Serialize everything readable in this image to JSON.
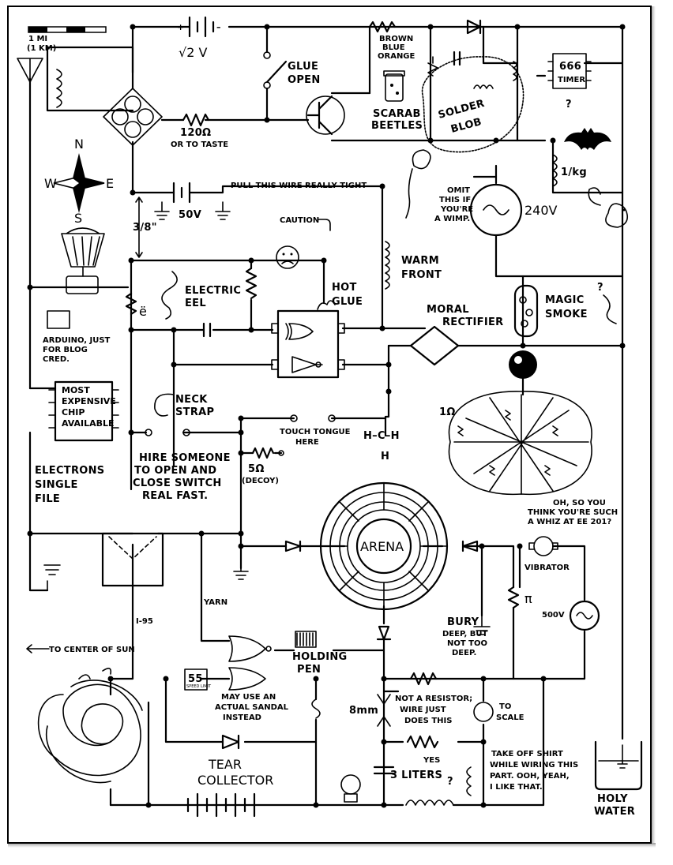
{
  "scale": {
    "mi": "1 MI",
    "km": "(1 KM)"
  },
  "compass": {
    "n": "N",
    "s": "S",
    "e": "E",
    "w": "W"
  },
  "labels": {
    "battery_top": "√2 V",
    "glue_open_1": "GLUE",
    "glue_open_2": "OPEN",
    "resistor_120": "120Ω",
    "or_to_taste": "OR TO TASTE",
    "brown": "BROWN",
    "blue": "BLUE",
    "orange": "ORANGE",
    "scarab_1": "SCARAB",
    "scarab_2": "BEETLES",
    "solder_1": "SOLDER",
    "solder_2": "BLOB",
    "timer_num": "666",
    "timer": "TIMER",
    "timer_q": "?",
    "kg": "1/kg",
    "omit_1": "OMIT",
    "omit_2": "THIS IF",
    "omit_3": "YOU'RE",
    "omit_4": "A WIMP.",
    "v240": "240V",
    "pull_wire": "PULL THIS WIRE REALLY TIGHT",
    "v50": "50V",
    "caution": "CAUTION",
    "three_eighths": "3/8\"",
    "warm_1": "WARM",
    "warm_2": "FRONT",
    "eel_1": "ELECTRIC",
    "eel_2": "EEL",
    "hot_1": "HOT",
    "hot_2": "GLUE",
    "magic_1": "MAGIC",
    "magic_2": "SMOKE",
    "moral_1": "MORAL",
    "moral_2": "RECTIFIER",
    "e_umlaut": "ë",
    "arduino_1": "ARDUINO, JUST",
    "arduino_2": "FOR BLOG",
    "arduino_3": "CRED.",
    "chip_1": "MOST",
    "chip_2": "EXPENSIVE",
    "chip_3": "CHIP",
    "chip_4": "AVAILABLE",
    "neck_1": "NECK",
    "neck_2": "STRAP",
    "touch_1": "TOUCH TONGUE",
    "touch_2": "HERE",
    "hch": "H–C–H",
    "h": "H",
    "one_ohm": "1Ω",
    "electrons_1": "ELECTRONS",
    "electrons_2": "SINGLE",
    "electrons_3": "FILE",
    "hire_1": "HIRE SOMEONE",
    "hire_2": "TO OPEN AND",
    "hire_3": "CLOSE SWITCH",
    "hire_4": "REAL FAST.",
    "ohm5": "5Ω",
    "decoy": "(DECOY)",
    "arena": "ARENA",
    "whiz_1": "OH, SO YOU",
    "whiz_2": "THINK YOU'RE SUCH",
    "whiz_3": "A WHIZ AT EE 201?",
    "vibrator": "VIBRATOR",
    "pi": "π",
    "v500": "500V",
    "yarn": "YARN",
    "i95": "I-95",
    "bury_1": "BURY",
    "bury_2": "DEEP, BUT",
    "bury_3": "NOT TOO",
    "bury_4": "DEEP.",
    "to_sun": "TO CENTER OF SUN",
    "holding_1": "HOLDING",
    "holding_2": "PEN",
    "speed_1": "55",
    "speed_2": "SPEED LIMIT",
    "sandal_1": "MAY USE AN",
    "sandal_2": "ACTUAL SANDAL",
    "sandal_3": "INSTEAD",
    "mm8": "8mm",
    "notres_1": "NOT A RESISTOR;",
    "notres_2": "WIRE JUST",
    "notres_3": "DOES THIS",
    "to_scale_1": "TO",
    "to_scale_2": "SCALE",
    "tear_1": "TEAR",
    "tear_2": "COLLECTOR",
    "yes": "YES",
    "liters": "3 LITERS",
    "q2": "?",
    "shirt_1": "TAKE OFF SHIRT",
    "shirt_2": "WHILE WIRING THIS",
    "shirt_3": "PART. OOH, YEAH,",
    "shirt_4": "I LIKE THAT.",
    "holy_1": "HOLY",
    "holy_2": "WATER",
    "q_smoke": "?"
  }
}
